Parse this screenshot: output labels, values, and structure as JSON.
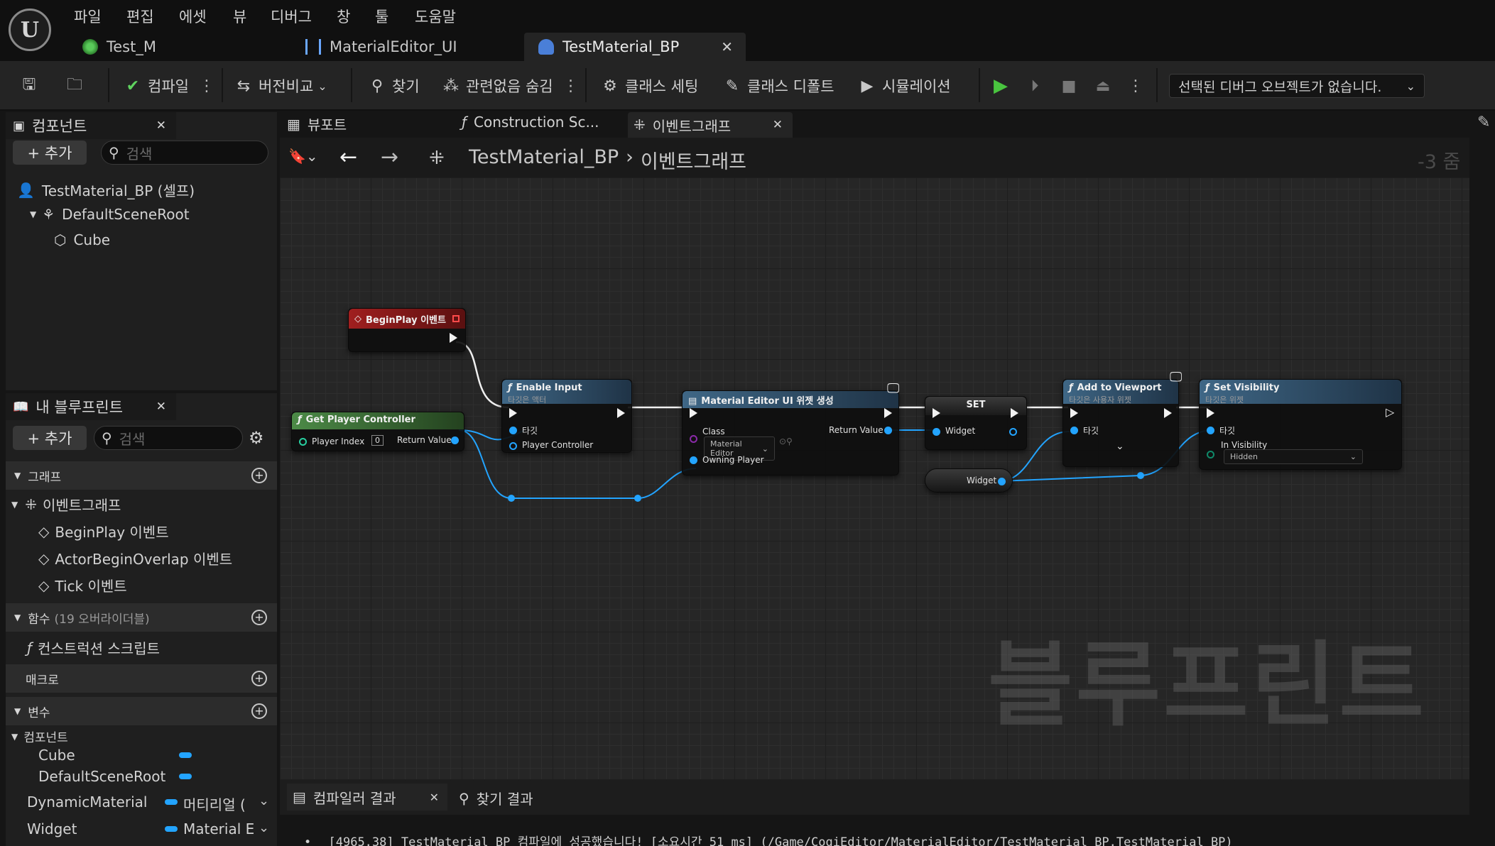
{
  "app": {
    "menu": [
      "파일",
      "편집",
      "에셋",
      "뷰",
      "디버그",
      "창",
      "툴",
      "도움말"
    ],
    "tabs": [
      {
        "label": "Test_M",
        "active": false
      },
      {
        "label": "MaterialEditor_UI",
        "active": false
      },
      {
        "label": "TestMaterial_BP",
        "active": true
      }
    ]
  },
  "toolbar": {
    "compile": "컴파일",
    "diff": "버전비교",
    "find": "찾기",
    "hide_unrelated": "관련없음 숨김",
    "class_settings": "클래스 세팅",
    "class_defaults": "클래스 디폴트",
    "simulation": "시뮬레이션",
    "debug_object": "선택된 디버그 오브젝트가 없습니다."
  },
  "components_panel": {
    "title": "컴포넌트",
    "add_label": "+ 추가",
    "search_placeholder": "검색",
    "tree": [
      {
        "label": "TestMaterial_BP (셀프)"
      },
      {
        "label": "DefaultSceneRoot"
      },
      {
        "label": "Cube"
      }
    ]
  },
  "my_blueprint": {
    "title": "내 블루프린트",
    "add_label": "+ 추가",
    "search_placeholder": "검색",
    "graphs_label": "그래프",
    "event_graph": "이벤트그래프",
    "events": [
      "BeginPlay 이벤트",
      "ActorBeginOverlap 이벤트",
      "Tick 이벤트"
    ],
    "functions_label": "함수",
    "functions_count": "(19 오버라이더블)",
    "construction_script": "컨스트럭션 스크립트",
    "macros_label": "매크로",
    "variables_label": "변수",
    "components_group": "컴포넌트",
    "variables": [
      {
        "name": "Cube",
        "type": ""
      },
      {
        "name": "DefaultSceneRoot",
        "type": ""
      },
      {
        "name": "DynamicMaterial",
        "type": "머티리얼 ("
      },
      {
        "name": "Widget",
        "type": "Material E"
      }
    ]
  },
  "graph_tabs": [
    {
      "label": "뷰포트"
    },
    {
      "label": "Construction Sc..."
    },
    {
      "label": "이벤트그래프"
    }
  ],
  "breadcrumb": {
    "root": "TestMaterial_BP",
    "current": "이벤트그래프"
  },
  "zoom": "-3 줌",
  "watermark": "블루프린트",
  "nodes": {
    "begin_play": {
      "title": "BeginPlay 이벤트"
    },
    "get_player_controller": {
      "title": "Get Player Controller",
      "player_index_label": "Player Index",
      "player_index_value": "0",
      "return_value": "Return Value"
    },
    "enable_input": {
      "title": "Enable Input",
      "subtitle": "타깃은 액터",
      "target": "타깃",
      "player_controller": "Player Controller"
    },
    "create_widget": {
      "title": "Material Editor UI 위젯 생성",
      "class_label": "Class",
      "class_value": "Material Editor",
      "return_value": "Return Value",
      "owning_player": "Owning Player"
    },
    "set": {
      "title": "SET",
      "widget": "Widget"
    },
    "widget_get": {
      "label": "Widget"
    },
    "add_to_viewport": {
      "title": "Add to Viewport",
      "subtitle": "타깃은 사용자 위젯",
      "target": "타깃"
    },
    "set_visibility": {
      "title": "Set Visibility",
      "subtitle": "타깃은 위젯",
      "target": "타깃",
      "in_visibility": "In Visibility",
      "visibility_value": "Hidden"
    }
  },
  "bottom": {
    "tabs": [
      "컴파일러 결과",
      "찾기 결과"
    ],
    "log": "[4965.38] TestMaterial_BP 컴파일에 성공했습니다! [소요시간 51 ms] (/Game/CogiEditor/MaterialEditor/TestMaterial_BP.TestMaterial_BP)"
  },
  "colors": {
    "event_red": "#8b1c1c",
    "func_blue": "#31506b",
    "pure_green": "#3c6b39",
    "object_pin": "#23a4ff",
    "class_pin": "#8a2aa8"
  }
}
